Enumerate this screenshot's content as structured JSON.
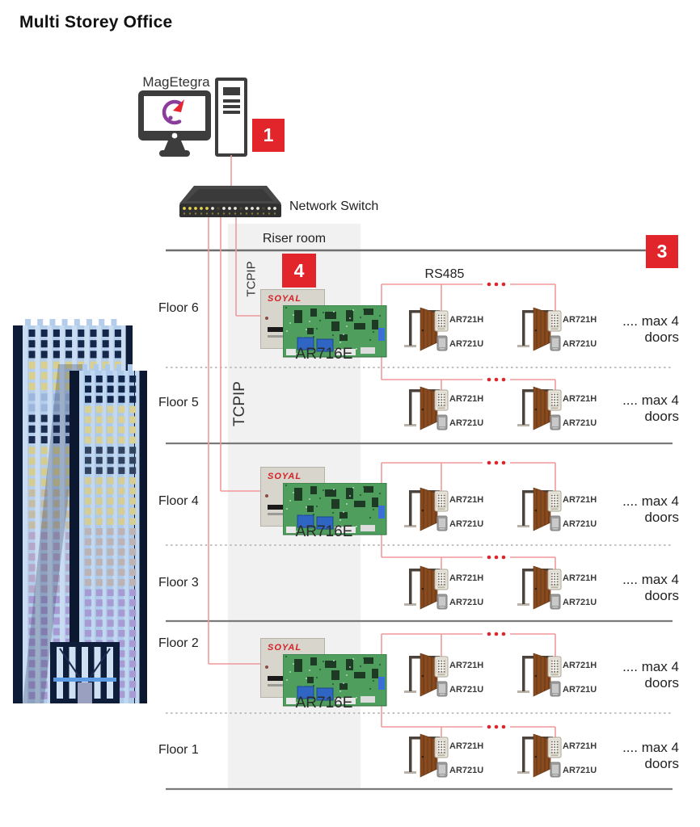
{
  "title": "Multi Storey Office",
  "workstation": {
    "software_label": "MagEtegra"
  },
  "badges": {
    "server": "1",
    "floor_right": "3",
    "riser": "4"
  },
  "network": {
    "switch_label": "Network Switch",
    "riser_room_label": "Riser room",
    "rs485_label": "RS485",
    "tcpip_floor6_label": "TCPIP",
    "tcpip_floor5_label": "TCPIP"
  },
  "controller": {
    "brand": "SOYAL",
    "model": "AR716E"
  },
  "door_unit": {
    "reader_top_label": "AR721H",
    "reader_bottom_label": "AR721U"
  },
  "max_doors_note": {
    "line1": ".... max 4",
    "line2": "doors"
  },
  "floors": [
    {
      "label": "Floor 6"
    },
    {
      "label": "Floor 5"
    },
    {
      "label": "Floor 4"
    },
    {
      "label": "Floor 3"
    },
    {
      "label": "Floor 2"
    },
    {
      "label": "Floor 1"
    }
  ],
  "colors": {
    "accent_red": "#e2242b",
    "connector_line": "#f0999b",
    "connector_dot": "#e02428",
    "floor_line": "#7a7a7a",
    "dotted_line": "#b8b8b8",
    "riser_band": "#f1f1f2",
    "soyal_red": "#d42027"
  }
}
